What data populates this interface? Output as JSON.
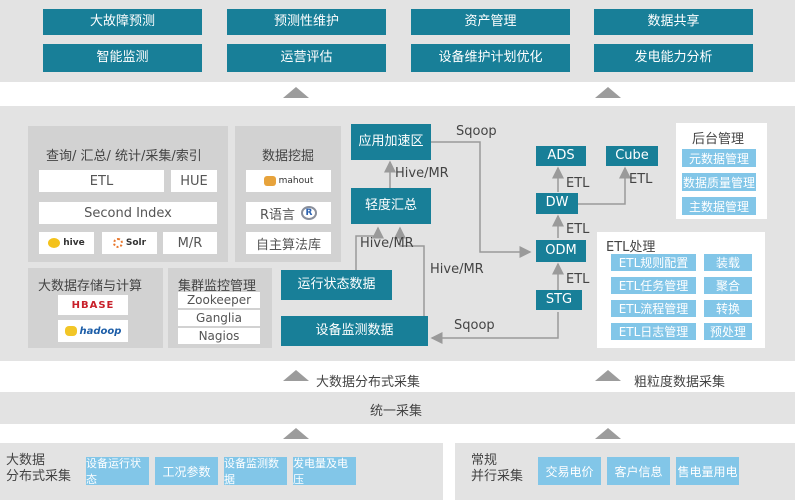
{
  "top": {
    "row1": [
      "大故障预测",
      "预测性维护",
      "资产管理",
      "数据共享"
    ],
    "row2": [
      "智能监测",
      "运营评估",
      "设备维护计划优化",
      "发电能力分析"
    ]
  },
  "left": {
    "query_title": "查询/ 汇总/ 统计/采集/索引",
    "etl": "ETL",
    "hue": "HUE",
    "second_index": "Second Index",
    "hive_logo": "hive",
    "solr_logo": "Solr",
    "mr": "M/R",
    "mining_title": "数据挖掘",
    "mahout_logo": "mahout",
    "r_lang": "R语言",
    "r_logo": "R",
    "custom_algo": "自主算法库",
    "storage_title": "大数据存储与计算",
    "hbase_logo": "HBASE",
    "hadoop_logo": "hadoop",
    "monitor_title": "集群监控管理",
    "monitor_items": [
      "Zookeeper",
      "Ganglia",
      "Nagios"
    ]
  },
  "flow": {
    "app_accel": "应用加速区",
    "light_summary": "轻度汇总",
    "runtime_data": "运行状态数据",
    "device_data": "设备监测数据",
    "sqoop_top": "Sqoop",
    "hive_mr_1": "Hive/MR",
    "hive_mr_2": "Hive/MR",
    "hive_mr_3": "Hive/MR",
    "sqoop_bottom": "Sqoop",
    "ads": "ADS",
    "cube": "Cube",
    "dw": "DW",
    "odm": "ODM",
    "stg": "STG",
    "etl_labels": [
      "ETL",
      "ETL",
      "ETL",
      "ETL"
    ]
  },
  "backend": {
    "title": "后台管理",
    "items": [
      "元数据管理",
      "数据质量管理",
      "主数据管理"
    ]
  },
  "etl_proc": {
    "title": "ETL处理",
    "left": [
      "ETL规则配置",
      "ETL任务管理",
      "ETL流程管理",
      "ETL日志管理"
    ],
    "right": [
      "装载",
      "聚合",
      "转换",
      "预处理"
    ]
  },
  "collect": {
    "big_data": "大数据分布式采集",
    "coarse": "粗粒度数据采集",
    "unified": "统一采集"
  },
  "bottom": {
    "left_label": "大数据\n分布式采集",
    "left_items": [
      "设备运行状态",
      "工况参数",
      "设备监测数据",
      "发电量及电压"
    ],
    "right_label": "常规\n并行采集",
    "right_items": [
      "交易电价",
      "客户信息",
      "售电量用电"
    ]
  },
  "colors": {
    "teal": "#187f98",
    "light_blue": "#82c6e8",
    "band_gray": "#e3e3e3",
    "panel_gray": "#d2d2d2"
  }
}
